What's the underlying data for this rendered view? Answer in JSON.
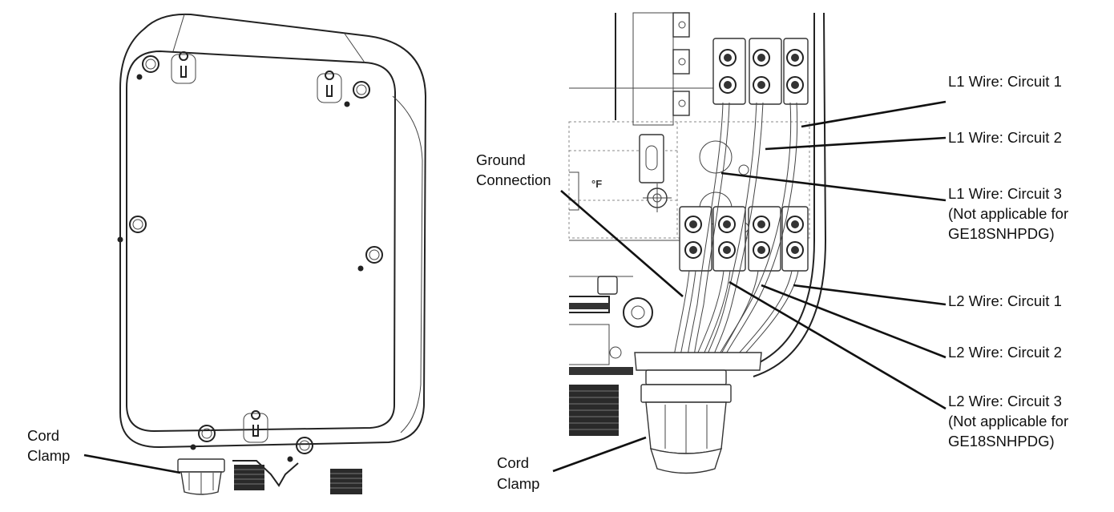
{
  "left_view": {
    "cord_clamp": [
      "Cord",
      "Clamp"
    ]
  },
  "right_view": {
    "ground_connection": [
      "Ground",
      "Connection"
    ],
    "cord_clamp": [
      "Cord",
      "Clamp"
    ],
    "l1_circuit_1": [
      "L1 Wire: Circuit 1"
    ],
    "l1_circuit_2": [
      "L1 Wire: Circuit 2"
    ],
    "l1_circuit_3": [
      "L1 Wire: Circuit 3",
      "(Not applicable for",
      "GE18SNHPDG)"
    ],
    "l2_circuit_1": [
      "L2 Wire: Circuit 1"
    ],
    "l2_circuit_2": [
      "L2 Wire: Circuit 2"
    ],
    "l2_circuit_3": [
      "L2 Wire: Circuit 3",
      "(Not applicable for",
      "GE18SNHPDG)"
    ],
    "temp_mark": "°F"
  }
}
